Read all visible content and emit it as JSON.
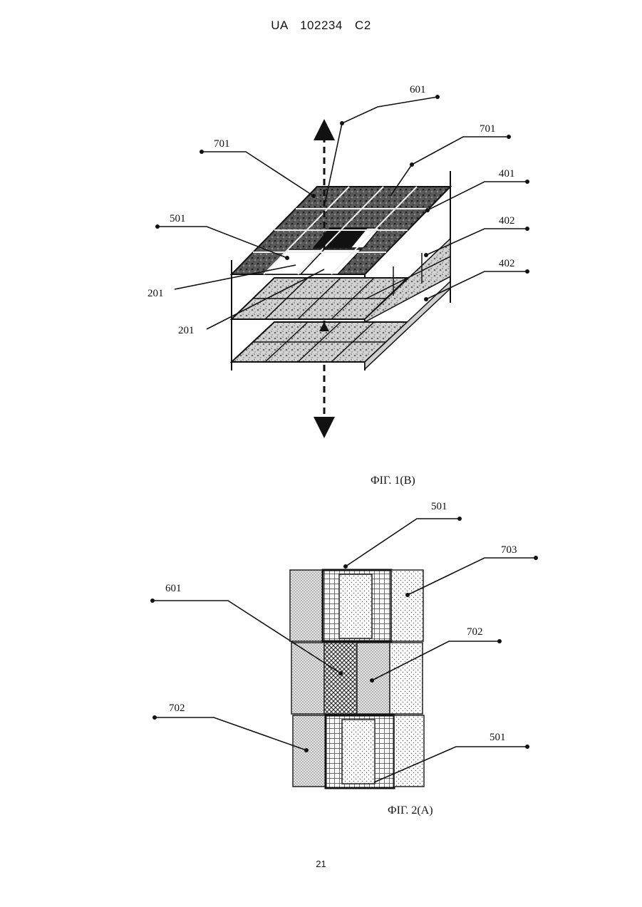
{
  "header": {
    "text": "UA   102234   C2"
  },
  "figure1": {
    "caption": "ФІГ. 1(В)",
    "labels": {
      "l601": "601",
      "l701a": "701",
      "l701b": "701",
      "l401": "401",
      "l501": "501",
      "l402a": "402",
      "l402b": "402",
      "l201a": "201",
      "l201b": "201"
    }
  },
  "figure2": {
    "caption": "ФІГ. 2(А)",
    "labels": {
      "l501a": "501",
      "l703": "703",
      "l601": "601",
      "l702a": "702",
      "l702b": "702",
      "l501b": "501"
    }
  },
  "footer": {
    "page_number": "21"
  }
}
